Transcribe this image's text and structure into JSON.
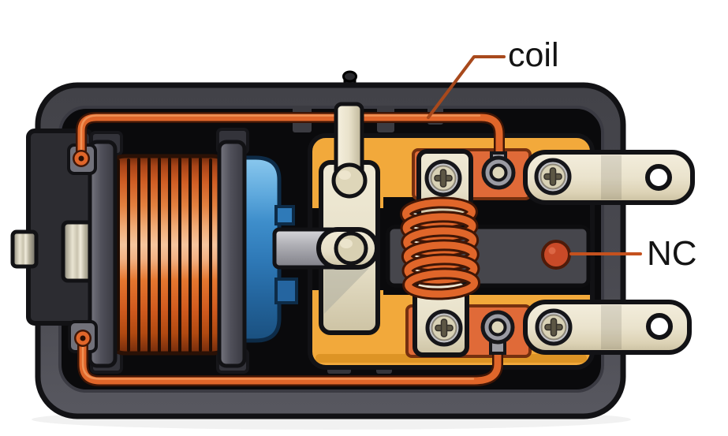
{
  "figure": {
    "description": "Cutaway illustration of an electromechanical relay",
    "background_color": "#ffffff",
    "labels": {
      "coil": {
        "text": "coil",
        "color": "#141414",
        "leader_color": "#a8491c"
      },
      "nc": {
        "text": "NC",
        "color": "#141414",
        "leader_color": "#c4511e"
      }
    },
    "colors": {
      "case_body": "#48484f",
      "case_outline": "#121215",
      "cavity": "#0a0a0c",
      "copper_wire": "#e0662a",
      "coil_winding": "#d4622a",
      "coil_highlight": "#f4c29e",
      "bobbin_blue": "#3e8ecb",
      "base_plate_yellow": "#f2a93b",
      "contact_pad_orange": "#e06a38",
      "contact_block_gray": "#46464c",
      "nc_dot_red": "#c94a28",
      "metal_cream": "#e9e2cc",
      "metal_gray": "#a8a8ae",
      "spring_orange": "#e0662a"
    }
  }
}
